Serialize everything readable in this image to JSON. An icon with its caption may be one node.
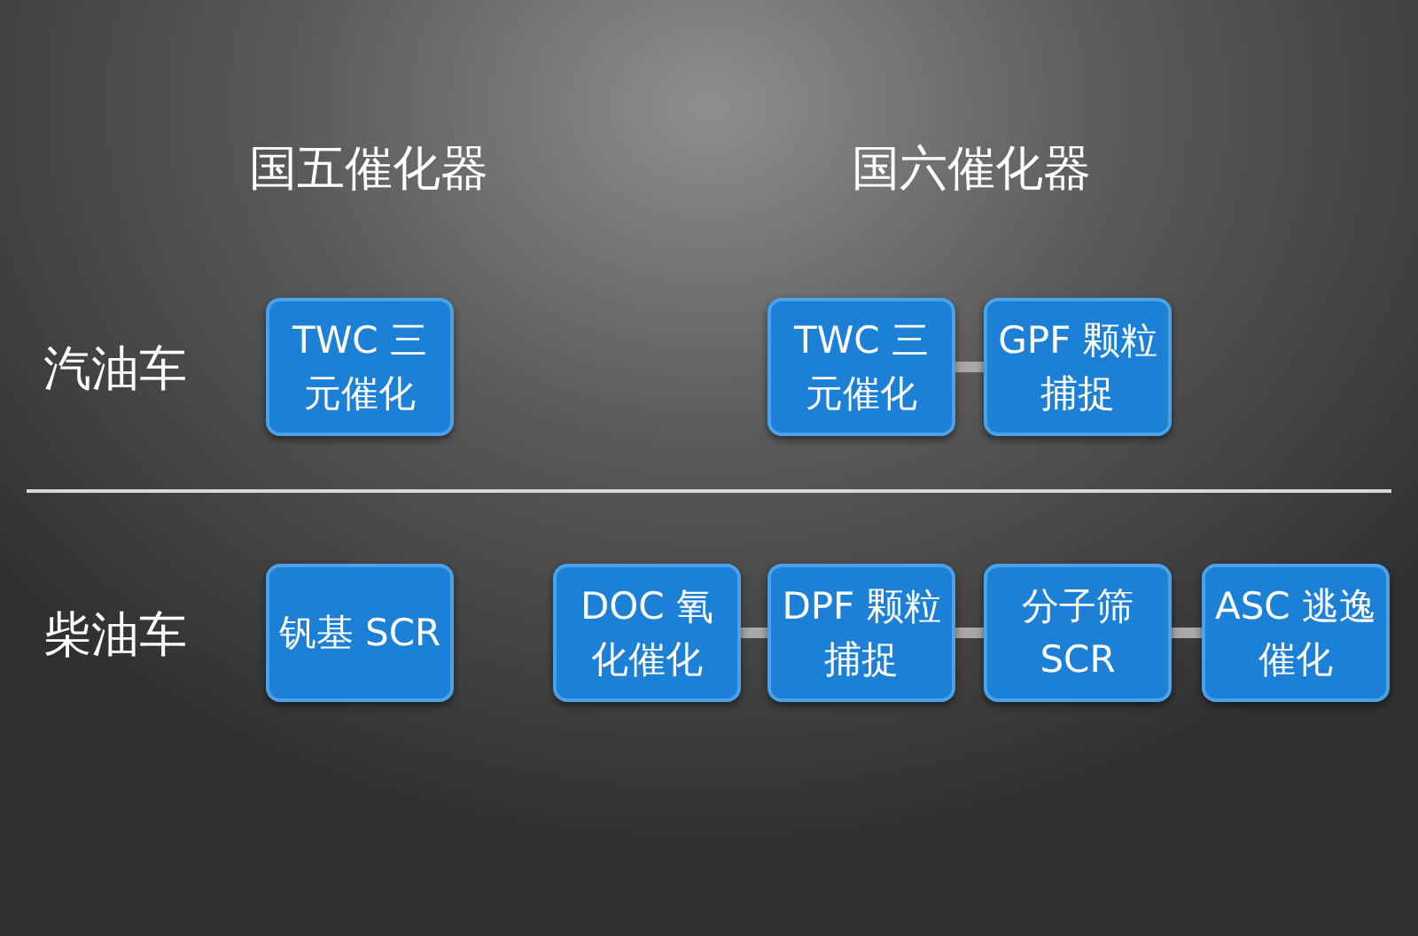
{
  "diagram": {
    "nodes": [
      {
        "text": [
          "TWC 三元催化"
        ]
      },
      {
        "text": [
          "TWC 三元催化"
        ]
      },
      {
        "text": [
          "GPF 颗粒捕捉"
        ]
      },
      {
        "text": [
          "钒基 SCR"
        ]
      },
      {
        "text": [
          "DOC 氧化催化"
        ]
      },
      {
        "text": [
          "DPF 颗粒捕捉"
        ]
      },
      {
        "text": [
          "分子筛 SCR"
        ]
      },
      {
        "text": [
          "ASC 逃逸催化"
        ]
      }
    ],
    "edges": [
      {
        "from": 1,
        "to": 2,
        "arrow": "none"
      },
      {
        "from": 4,
        "to": 5,
        "arrow": "none"
      },
      {
        "from": 5,
        "to": 6,
        "arrow": "none"
      },
      {
        "from": 6,
        "to": 7,
        "arrow": "none"
      }
    ],
    "labels": [
      "国五催化器",
      "国六催化器",
      "汽油车",
      "柴油车"
    ]
  }
}
